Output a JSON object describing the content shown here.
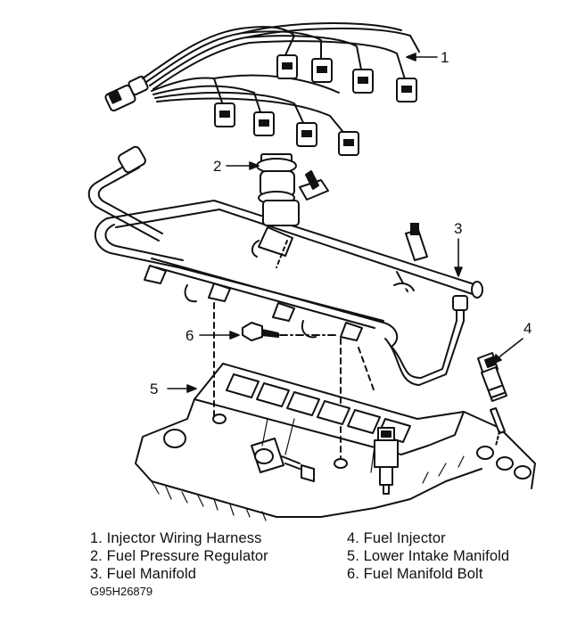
{
  "callouts": [
    "1",
    "2",
    "3",
    "4",
    "5",
    "6"
  ],
  "legend_left": [
    "1. Injector Wiring Harness",
    "2. Fuel Pressure Regulator",
    "3. Fuel Manifold"
  ],
  "legend_right": [
    "4. Fuel Injector",
    "5. Lower Intake Manifold",
    "6. Fuel Manifold Bolt"
  ],
  "figure_code": "G95H26879",
  "colors": {
    "ink": "#111111",
    "background": "#ffffff"
  }
}
